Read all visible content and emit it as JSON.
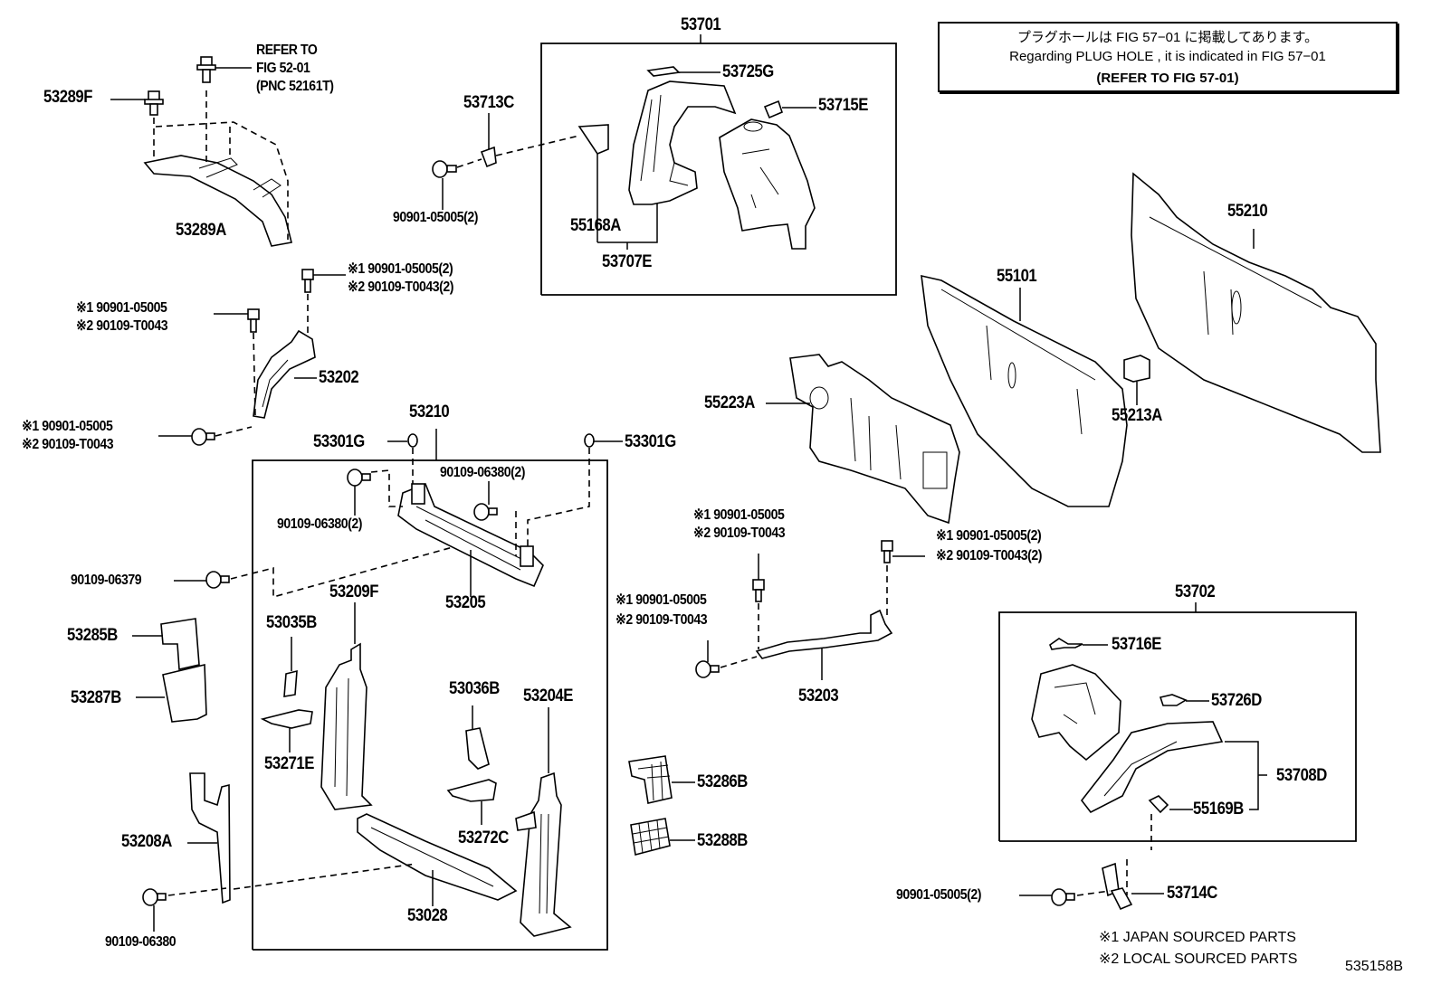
{
  "note_box": {
    "line_jp": "プラグホールは FIG 57−01 に掲載してあります。",
    "line_en": "Regarding PLUG HOLE , it is indicated in FIG 57−01",
    "line_ref": "(REFER TO FIG 57-01)"
  },
  "refer_note": {
    "line1": "REFER TO",
    "line2": "FIG 52-01",
    "line3": "(PNC 52161T)"
  },
  "groups": {
    "g53701": "53701",
    "g53210": "53210",
    "g53702": "53702"
  },
  "labels": {
    "p53289F": "53289F",
    "p53289A": "53289A",
    "p53713C": "53713C",
    "p53713C_bolt": "90901-05005(2)",
    "p53725G": "53725G",
    "p53715E": "53715E",
    "p55168A": "55168A",
    "p53707E": "53707E",
    "p53202": "53202",
    "p53202_top_1": "※1 90901-05005(2)",
    "p53202_top_2": "※2 90109-T0043(2)",
    "p53202_mid_1": "※1 90901-05005",
    "p53202_mid_2": "※2 90109-T0043",
    "p53202_bot_1": "※1 90901-05005",
    "p53202_bot_2": "※2 90109-T0043",
    "p53301G_left": "53301G",
    "p53301G_right": "53301G",
    "p90109_06380_left": "90109-06380(2)",
    "p90109_06380_mid": "90109-06380(2)",
    "p90109_06379": "90109-06379",
    "p53205": "53205",
    "p53209F": "53209F",
    "p53035B": "53035B",
    "p53271E": "53271E",
    "p53036B": "53036B",
    "p53272C": "53272C",
    "p53204E": "53204E",
    "p53028": "53028",
    "p53285B": "53285B",
    "p53287B": "53287B",
    "p53208A": "53208A",
    "p90109_06380_bot": "90109-06380",
    "p53286B": "53286B",
    "p53288B": "53288B",
    "p55101": "55101",
    "p55210": "55210",
    "p55223A": "55223A",
    "p55213A": "55213A",
    "p53203": "53203",
    "p53203_left_top_1": "※1 90901-05005",
    "p53203_left_top_2": "※2 90109-T0043",
    "p53203_left_bot_1": "※1 90901-05005",
    "p53203_left_bot_2": "※2 90109-T0043",
    "p53203_right_1": "※1 90901-05005(2)",
    "p53203_right_2": "※2 90109-T0043(2)",
    "p53716E": "53716E",
    "p53726D": "53726D",
    "p53708D": "53708D",
    "p55169B": "55169B",
    "p53714C": "53714C",
    "p53714C_bolt": "90901-05005(2)"
  },
  "legend": {
    "item1": "※1  JAPAN SOURCED PARTS",
    "item2": "※2  LOCAL SOURCED PARTS"
  },
  "figure_number": "535158B"
}
